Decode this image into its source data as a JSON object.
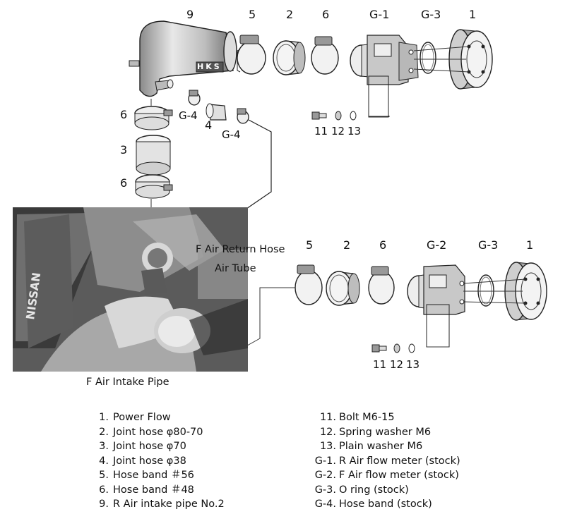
{
  "upper_labels": {
    "n9": "9",
    "n5": "5",
    "n2": "2",
    "n6": "6",
    "ng1": "G-1",
    "ng3": "G-3",
    "n1": "1",
    "side_6a": "6",
    "side_3": "3",
    "side_6b": "6",
    "g4_a": "G-4",
    "n4": "4",
    "g4_b": "G-4",
    "n11": "11",
    "n12": "12",
    "n13": "13"
  },
  "photo_labels": {
    "return_hose": "F  Air Return Hose",
    "air_tube": "Air Tube",
    "intake_pipe": "F  Air Intake Pipe"
  },
  "pipe_logo": "HKS",
  "engine_text": "NISSAN",
  "lower_labels": {
    "n5": "5",
    "n2": "2",
    "n6": "6",
    "ng2": "G-2",
    "ng3": "G-3",
    "n1": "1",
    "n11": "11",
    "n12": "12",
    "n13": "13"
  },
  "parts_left": [
    {
      "key": "1.",
      "text": "Power Flow"
    },
    {
      "key": "2.",
      "text": "Joint hose  φ80-70"
    },
    {
      "key": "3.",
      "text": "Joint hose  φ70"
    },
    {
      "key": "4.",
      "text": "Joint hose  φ38"
    },
    {
      "key": "5.",
      "text": "Hose band  ＃56"
    },
    {
      "key": "6.",
      "text": "Hose band  ＃48"
    },
    {
      "key": "9.",
      "text": "R Air intake pipe No.2"
    }
  ],
  "parts_right": [
    {
      "key": "11.",
      "text": "Bolt  M6-15"
    },
    {
      "key": "12.",
      "text": "Spring washer  M6"
    },
    {
      "key": "13.",
      "text": "Plain washer  M6"
    },
    {
      "key": "G-1.",
      "text": "R Air flow meter (stock)"
    },
    {
      "key": "G-2.",
      "text": "F Air flow meter (stock)"
    },
    {
      "key": "G-3.",
      "text": "O ring (stock)"
    },
    {
      "key": "G-4.",
      "text": "Hose band (stock)"
    }
  ]
}
